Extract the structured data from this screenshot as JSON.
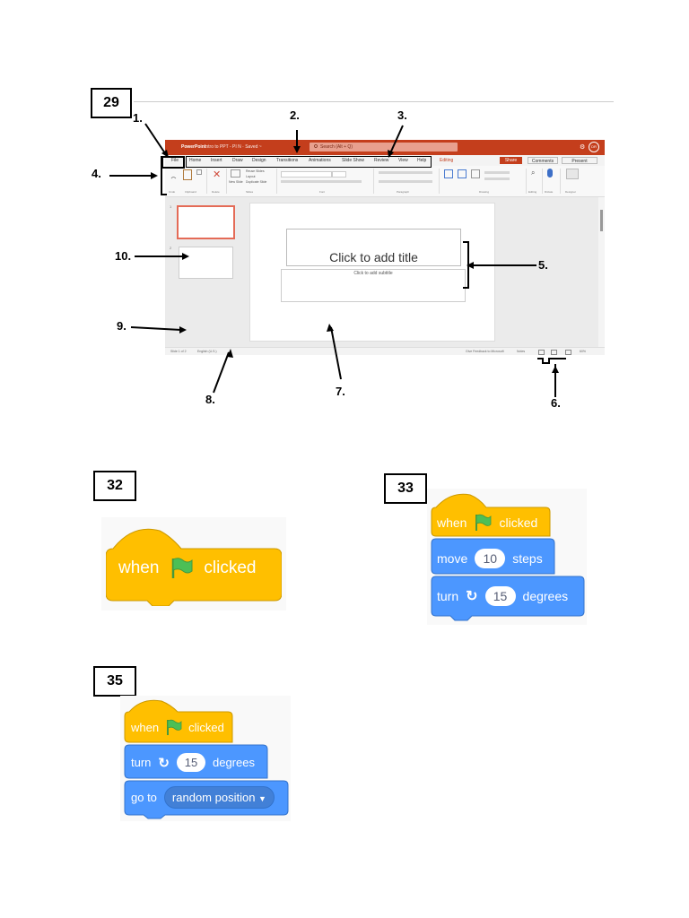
{
  "questions": {
    "q29": "29",
    "q32": "32",
    "q33": "33",
    "q35": "35"
  },
  "powerpoint": {
    "app_name": "PowerPoint",
    "doc_title": "Intro to PPT - PI N · Saved ~",
    "search_placeholder": "Search (Alt + Q)",
    "avatar_initials": "DR",
    "tabs": [
      "File",
      "Home",
      "Insert",
      "Draw",
      "Design",
      "Transitions",
      "Animations",
      "Slide Show",
      "Review",
      "View",
      "Help"
    ],
    "editing_mode": "Editing",
    "share_label": "Share",
    "comments_label": "Comments",
    "present_label": "Present",
    "ribbon_groups": [
      "Undo",
      "Clipboard",
      "Delete",
      "Slides",
      "Font",
      "Paragraph",
      "Drawing",
      "Editing",
      "Dictate",
      "Designer"
    ],
    "slide_commands": [
      "Reuse Slides",
      "Layout",
      "Duplicate Slide"
    ],
    "new_slide_label": "New Slide",
    "thumb_numbers": [
      "1",
      "2"
    ],
    "title_placeholder": "Click to add title",
    "subtitle_placeholder": "Click to add subtitle",
    "status_left": "Slide 1 of 2",
    "status_lang": "English (U.S.)",
    "status_feedback": "Give Feedback to Microsoft",
    "status_notes": "Notes",
    "status_zoom": "60%",
    "callouts": [
      "1.",
      "2.",
      "3.",
      "4.",
      "5.",
      "6.",
      "7.",
      "8.",
      "9.",
      "10."
    ]
  },
  "scratch": {
    "when": "when",
    "clicked": "clicked",
    "move": "move",
    "steps": "steps",
    "move_value": "10",
    "turn": "turn",
    "degrees": "degrees",
    "turn_value": "15",
    "go_to": "go to",
    "random_position": "random position",
    "hat_color": "#ffbf00",
    "motion_color": "#4c97ff"
  }
}
